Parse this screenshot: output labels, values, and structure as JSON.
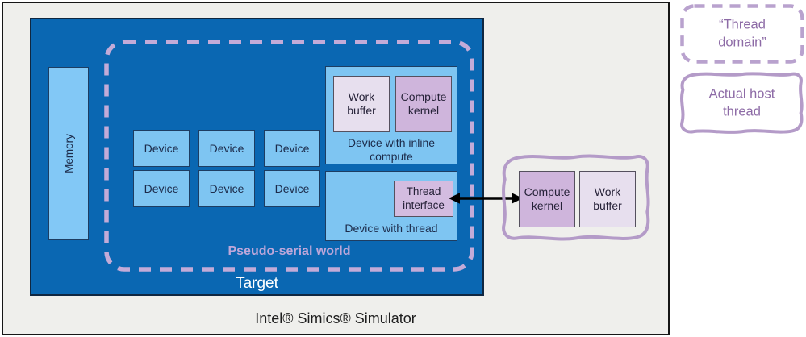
{
  "simulator": {
    "title": "Intel® Simics® Simulator",
    "target": {
      "label": "Target",
      "memory_label": "Memory",
      "pseudo_serial_world": {
        "label": "Pseudo-serial world",
        "devices": [
          "Device",
          "Device",
          "Device",
          "Device",
          "Device",
          "Device"
        ],
        "device_with_inline_compute": {
          "label": "Device with inline compute",
          "work_buffer_label": "Work buffer",
          "compute_kernel_label": "Compute kernel"
        },
        "device_with_thread": {
          "label": "Device with thread",
          "thread_interface_label": "Thread interface"
        }
      }
    }
  },
  "host_thread": {
    "compute_kernel_label": "Compute kernel",
    "work_buffer_label": "Work buffer"
  },
  "legend": {
    "thread_domain_label": "“Thread domain”",
    "actual_host_thread_label": "Actual host thread"
  },
  "colors": {
    "target_blue": "#0a67b2",
    "device_blue": "#7ec5f2",
    "work_buffer_lavender": "#e7dfee",
    "compute_kernel_mauve": "#cfb5dc",
    "thread_interface_mauve": "#d3bce0",
    "dashed_border_purple": "#c3abd8",
    "wavy_border_purple": "#b49bc8",
    "legend_text_purple": "#8d6ba6",
    "panel_background": "#efefec",
    "arrow_black": "#000000"
  }
}
